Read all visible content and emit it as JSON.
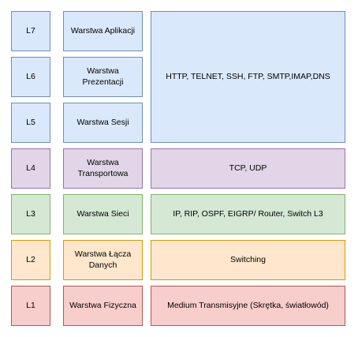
{
  "layers": [
    {
      "id": "L7",
      "name": "Warstwa Aplikacji"
    },
    {
      "id": "L6",
      "name": "Warstwa Prezentacji"
    },
    {
      "id": "L5",
      "name": "Warstwa Sesji"
    },
    {
      "id": "L4",
      "name": "Warstwa Transportowa"
    },
    {
      "id": "L3",
      "name": "Warstwa Sieci"
    },
    {
      "id": "L2",
      "name": "Warstwa Łącza Danych"
    },
    {
      "id": "L1",
      "name": "Warstwa Fizyczna"
    }
  ],
  "protocols": {
    "upper": "HTTP, TELNET, SSH, FTP, SMTP,IMAP,DNS",
    "transport": "TCP, UDP",
    "network": "IP, RIP, OSPF, EIGRP/ Router, Switch L3",
    "datalink": "Switching",
    "physical": "Medium Transmisyjne (Skrętka, światłowód)"
  },
  "colors": {
    "blue_fill": "#dae8fc",
    "blue_stroke": "#6c8ebf",
    "purple_fill": "#e1d5e7",
    "purple_stroke": "#9673a6",
    "green_fill": "#d5e8d4",
    "green_stroke": "#82b366",
    "orange_fill": "#ffe6cc",
    "orange_stroke": "#d79b00",
    "red_fill": "#f8cecc",
    "red_stroke": "#b85450"
  }
}
